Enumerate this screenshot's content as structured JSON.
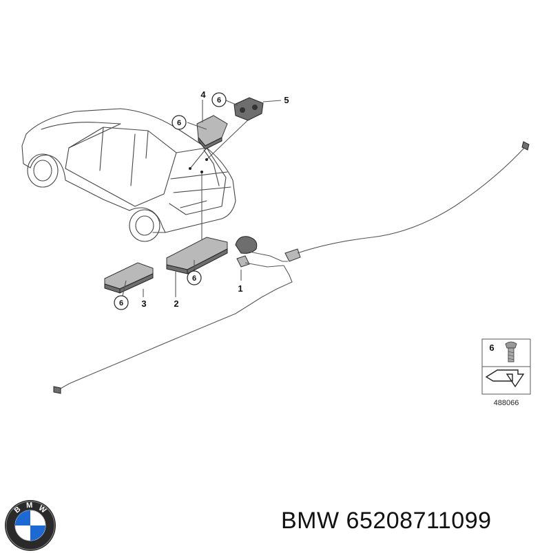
{
  "diagram": {
    "callouts": [
      "1",
      "2",
      "3",
      "4",
      "5"
    ],
    "fastener_callout": "6",
    "reference_box": {
      "item": "6",
      "drawing_number": "488066"
    }
  },
  "logo": {
    "brand_letters": [
      "B",
      "M",
      "W"
    ]
  },
  "caption": {
    "brand": "BMW",
    "part_number": "65208711099"
  }
}
